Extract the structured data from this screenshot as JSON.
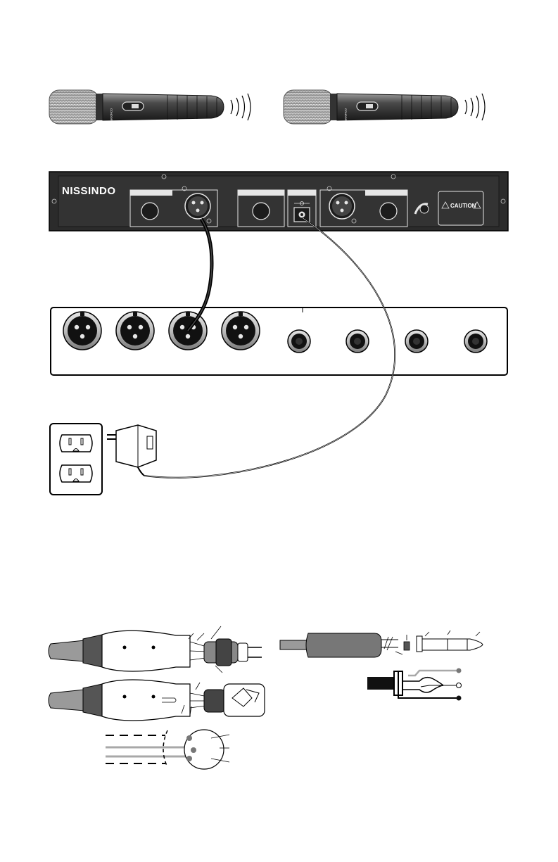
{
  "receiver": {
    "brand": "NISSINDO",
    "caution_label": "CAUTION"
  },
  "microphones": [
    {
      "id": "mic-1",
      "body_text": "CONDOR"
    },
    {
      "id": "mic-2",
      "body_text": "CONDOR"
    }
  ],
  "mixer": {
    "xlr_inputs": 4,
    "quarter_inch_inputs": 4
  },
  "colors": {
    "panel": "#2b2b2b",
    "cable": "#000000",
    "gray_cable": "#a8a8a8"
  }
}
